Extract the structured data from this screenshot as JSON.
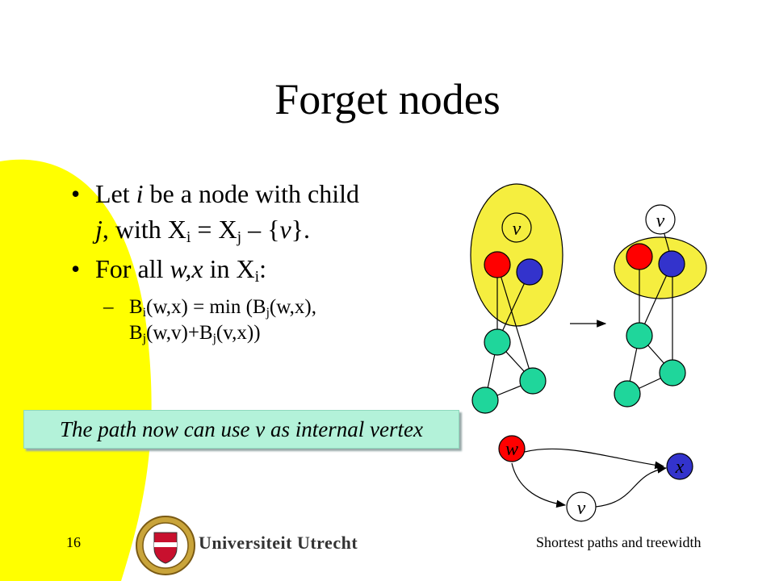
{
  "title": "Forget nodes",
  "bullets": {
    "b1_line1_a": "Let ",
    "b1_i": "i",
    "b1_line1_b": " be a node with child",
    "b1_j": "j",
    "b1_line2_a": ", with X",
    "b1_sub_i": "i",
    "b1_line2_b": " = X",
    "b1_sub_j": "j",
    "b1_line2_c": " – {",
    "b1_v": "v",
    "b1_line2_d": "}.",
    "b2_a": "For all ",
    "b2_wx": "w,x",
    "b2_b": " in X",
    "b2_sub_i": "i",
    "b2_c": ":",
    "s1_dash": "–",
    "s1_line1": "(w,x) = min (B",
    "s1_line1_end": "(w,x),",
    "s1_line2_a": "(w,v)+B",
    "s1_line2_b": "(v,x))",
    "s1_B": "B",
    "s1_sub_i": "i",
    "s1_sub_j": "j"
  },
  "callout": "The path now can use v as internal vertex",
  "diagram": {
    "left_label": "v",
    "right_label": "v",
    "bottom_w": "w",
    "bottom_x": "x",
    "bottom_v": "v"
  },
  "colors": {
    "yellow": "#ffff00",
    "bag_yellow": "#f5ee3f",
    "red": "#ff0000",
    "blue": "#3333cc",
    "green": "#1fd69b"
  },
  "footer": {
    "page_number": "16",
    "logo_text": "Universiteit Utrecht",
    "course": "Shortest paths and treewidth"
  }
}
